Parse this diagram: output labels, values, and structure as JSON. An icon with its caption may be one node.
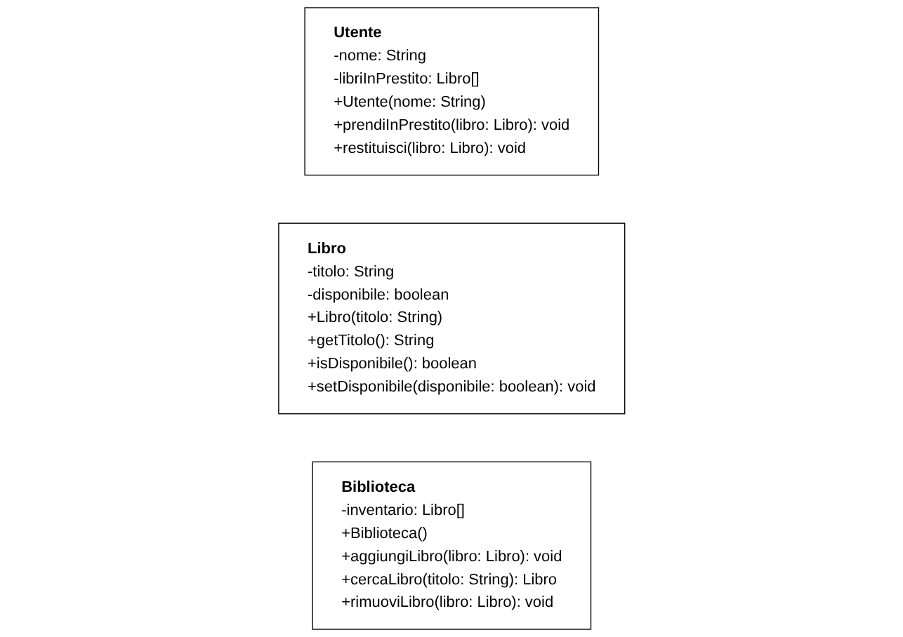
{
  "diagram": {
    "nodes": [
      {
        "text": [
          "Utente",
          "-nome: String",
          "-libriInPrestito: Libro[]",
          "+Utente(nome: String)",
          "+prendiInPrestito(libro: Libro): void",
          "+restituisci(libro: Libro): void"
        ]
      },
      {
        "text": [
          "Libro",
          "-titolo: String",
          "-disponibile: boolean",
          "+Libro(titolo: String)",
          "+getTitolo(): String",
          "+isDisponibile(): boolean",
          "+setDisponibile(disponibile: boolean): void"
        ]
      },
      {
        "text": [
          "Biblioteca",
          "-inventario: Libro[]",
          "+Biblioteca()",
          "+aggiungiLibro(libro: Libro): void",
          "+cercaLibro(titolo: String): Libro",
          "+rimuoviLibro(libro: Libro): void"
        ]
      }
    ]
  }
}
